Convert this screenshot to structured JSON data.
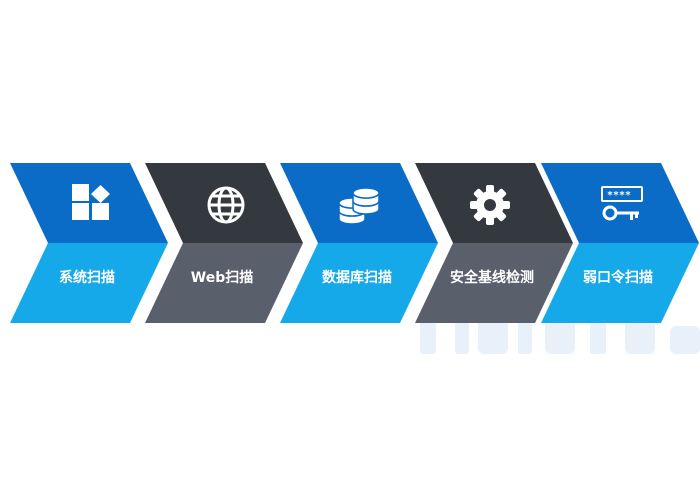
{
  "steps": [
    {
      "label": "系统扫描",
      "icon": "apps-grid-icon",
      "top_color": "#0b6cc7",
      "bottom_color": "#16a9e9"
    },
    {
      "label": "Web扫描",
      "icon": "globe-icon",
      "top_color": "#34383f",
      "bottom_color": "#5a5f6c"
    },
    {
      "label": "数据库扫描",
      "icon": "database-icon",
      "top_color": "#0b6cc7",
      "bottom_color": "#16a9e9"
    },
    {
      "label": "安全基线检测",
      "icon": "gear-icon",
      "top_color": "#34383f",
      "bottom_color": "#5a5f6c"
    },
    {
      "label": "弱口令扫描",
      "icon": "password-key-icon",
      "top_color": "#0b6cc7",
      "bottom_color": "#16a9e9"
    }
  ]
}
